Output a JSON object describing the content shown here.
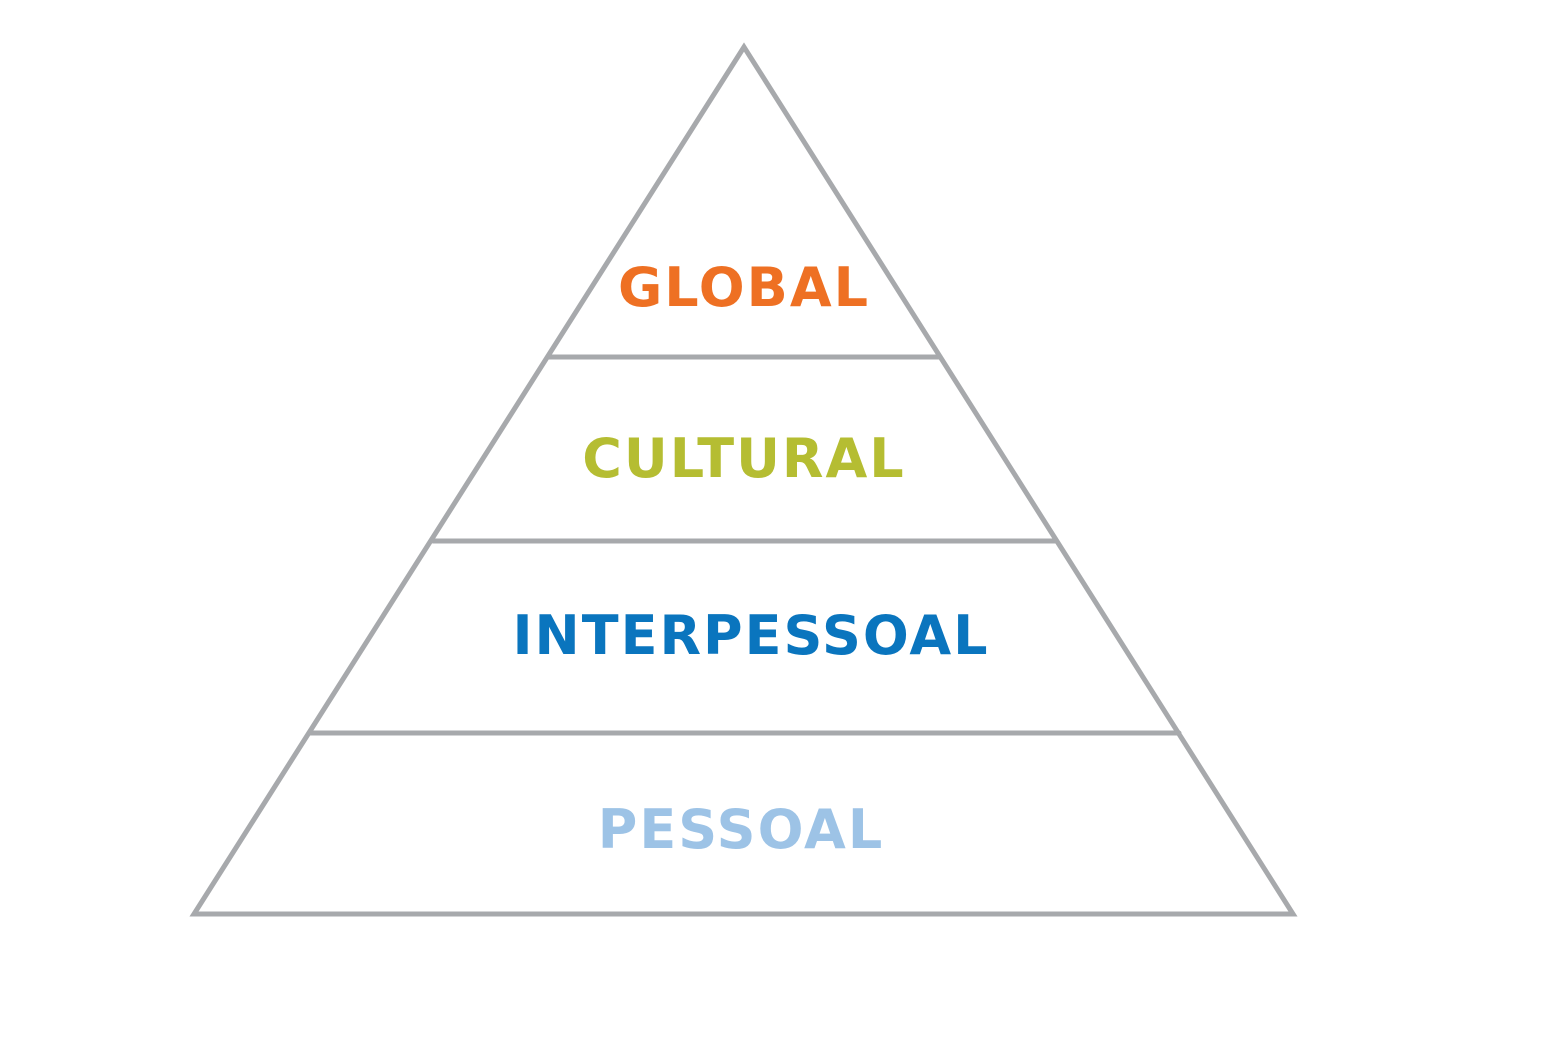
{
  "levels": [
    {
      "label": "GLOBAL",
      "color": "#ee7023"
    },
    {
      "label": "CULTURAL",
      "color": "#b5bd32"
    },
    {
      "label": "INTERPESSOAL",
      "color": "#0a75be"
    },
    {
      "label": "PESSOAL",
      "color": "#9dc3e6"
    }
  ],
  "outline_color": "#a7a9ac"
}
